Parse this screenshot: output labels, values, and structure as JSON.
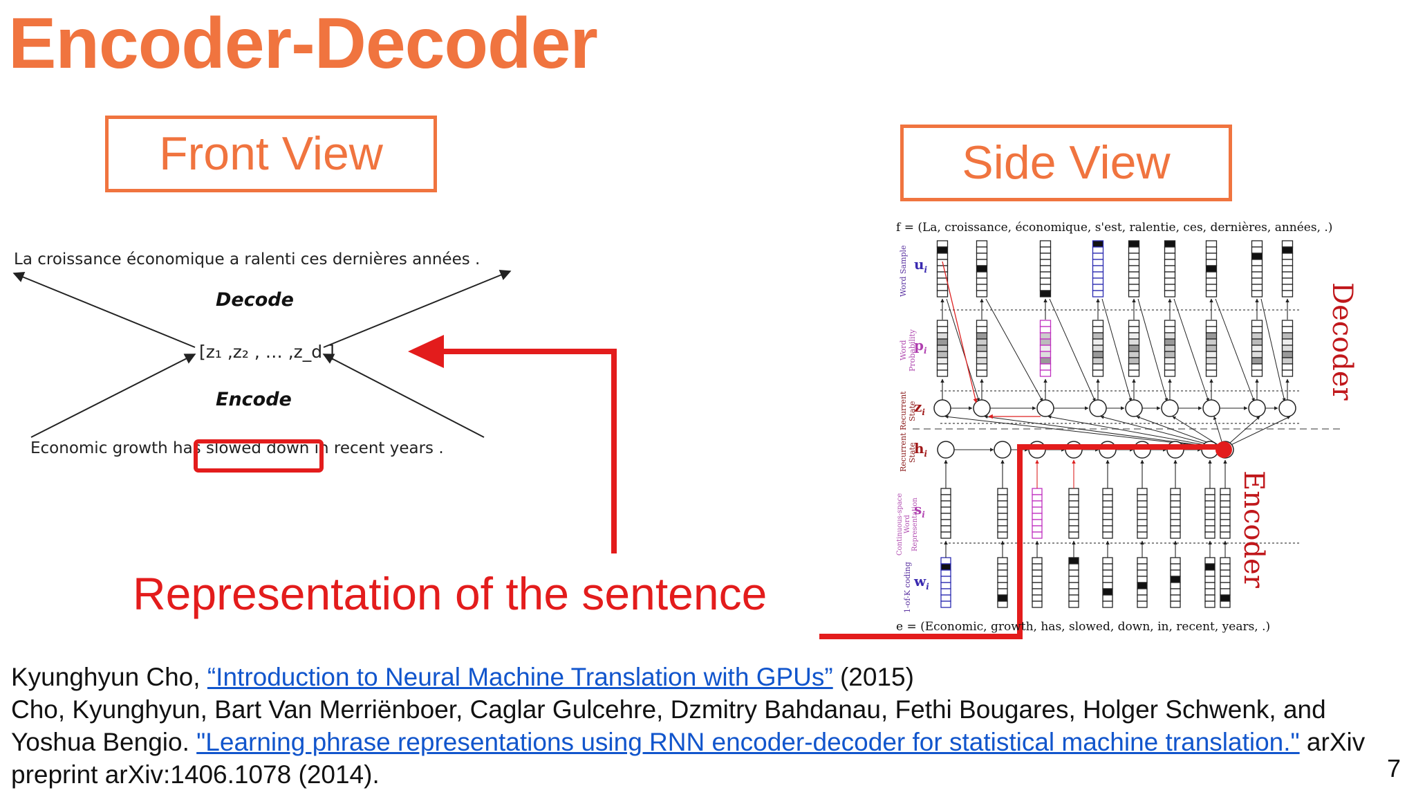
{
  "title": "Encoder-Decoder",
  "front_view_label": "Front View",
  "side_view_label": "Side View",
  "front": {
    "target_sentence": "La croissance économique a ralenti ces dernières années .",
    "decode": "Decode",
    "representation": "[z₁ ,z₂ , … ,z_d ]",
    "encode": "Encode",
    "source_sentence": "Economic growth has slowed down in recent years ."
  },
  "representation_caption": "Representation of the sentence",
  "side": {
    "f_line": "f = (La, croissance, économique, s'est, ralentie, ces, dernières, années, .)",
    "e_line": "e = (Economic, growth, has, slowed, down, in, recent, years, .)",
    "decoder_label": "Decoder",
    "encoder_label": "Encoder",
    "row_labels": {
      "word_sample": "Word Sample",
      "word_probability": "Word Probability",
      "recurrent_state": "Recurrent State",
      "continuous_space": "Continuous-space Word Representation",
      "one_of_k": "1-of-K coding"
    },
    "vars": {
      "u": "u",
      "p": "p",
      "z": "z",
      "h": "h",
      "s": "s",
      "w": "w",
      "sub": "i"
    }
  },
  "references": {
    "ref1_prefix": "Kyunghyun Cho, ",
    "ref1_link": "“Introduction to Neural Machine Translation with GPUs”",
    "ref1_suffix": " (2015)",
    "ref2_prefix": "Cho, Kyunghyun, Bart Van Merriënboer, Caglar Gulcehre, Dzmitry Bahdanau, Fethi Bougares, Holger Schwenk, and Yoshua Bengio. ",
    "ref2_link": "\"Learning phrase representations using RNN encoder-decoder for statistical machine translation.\"",
    "ref2_suffix": " arXiv preprint arXiv:1406.1078 (2014)."
  },
  "page_number": "7",
  "colors": {
    "orange": "#f0743f",
    "red": "#e31c1c",
    "link": "#1155cc",
    "decoder_red": "#c0171b",
    "label_purple": "#7a3aa0"
  }
}
